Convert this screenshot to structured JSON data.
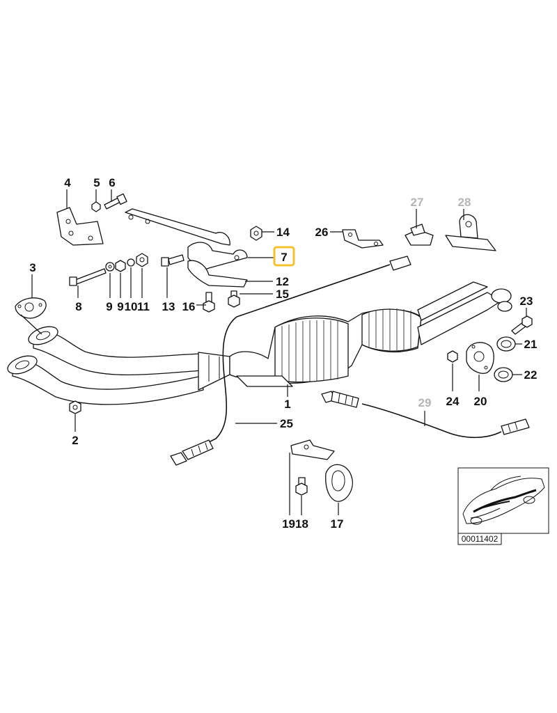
{
  "diagram": {
    "labels": {
      "l1": "1",
      "l2": "2",
      "l3": "3",
      "l4": "4",
      "l5": "5",
      "l6": "6",
      "l7": "7",
      "l8": "8",
      "l9a": "9",
      "l9b": "9",
      "l10": "10",
      "l11": "11",
      "l12": "12",
      "l13": "13",
      "l14": "14",
      "l15": "15",
      "l16": "16",
      "l17": "17",
      "l1918": "1918",
      "l20": "20",
      "l21": "21",
      "l22": "22",
      "l23": "23",
      "l24": "24",
      "l25": "25",
      "l26": "26",
      "l27": "27",
      "l28": "28",
      "l29": "29"
    },
    "selected_label": "7",
    "reference_number": "00011402",
    "colors": {
      "ink": "#111111",
      "inactive": "#b5b5b5",
      "highlight": "#f2c12e",
      "background": "#ffffff"
    }
  }
}
